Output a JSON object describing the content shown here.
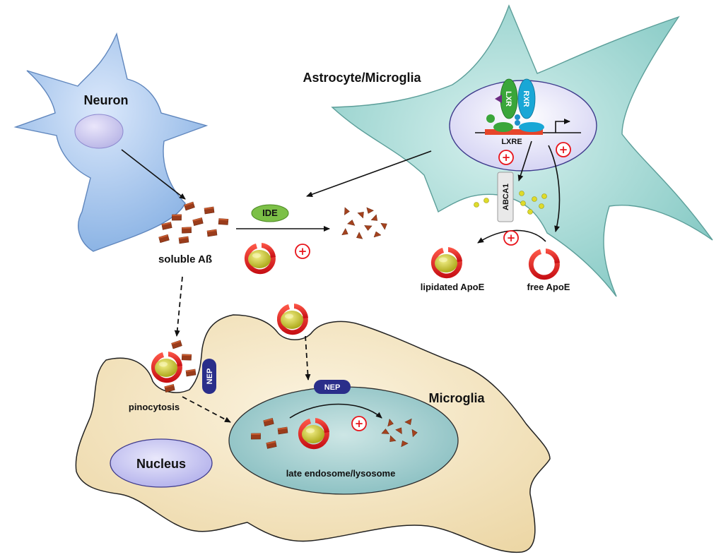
{
  "labels": {
    "neuron": "Neuron",
    "astrocyte_microglia": "Astrocyte/Microglia",
    "lxr": "LXR",
    "rxr": "RXR",
    "lxre": "LXRE",
    "abca1": "ABCA1",
    "ide": "IDE",
    "soluble_ab": "soluble Aß",
    "lipidated_apoe": "lipidated ApoE",
    "free_apoe": "free ApoE",
    "nep_membrane": "NEP",
    "nep_endosome": "NEP",
    "pinocytosis": "pinocytosis",
    "microglia": "Microglia",
    "nucleus": "Nucleus",
    "late_endosome": "late endosome/lysosome"
  },
  "symbols": {
    "plus": "+"
  },
  "colors": {
    "neuron_fill": "#a9c8ee",
    "astro_fill": "#a7d9d5",
    "microglia_fill": "#f6e8c6",
    "endosome_fill": "#8fc3c6",
    "nucleus_fill": "#c3c1ee",
    "amyloid": "#a0401e",
    "apoe_red": "#e8141b",
    "lipid_core": "#c8c51a",
    "nep": "#2a2e8a",
    "ide": "#7cc047",
    "lxr": "#3aa63a",
    "rxr": "#19a7d6",
    "plus_red": "#e8141b"
  }
}
